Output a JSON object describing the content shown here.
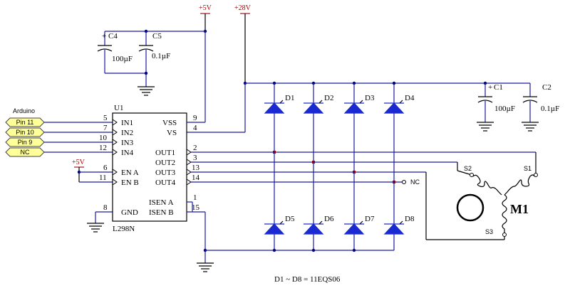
{
  "supplies": {
    "plus5": "+5V",
    "plus28": "+28V"
  },
  "arduino": {
    "label": "Arduino",
    "pins": [
      "Pin 11",
      "Pin 10",
      "Pin 9",
      "NC"
    ]
  },
  "ic": {
    "ref": "U1",
    "part": "L298N",
    "left_pins": [
      {
        "num": "5",
        "name": "IN1"
      },
      {
        "num": "7",
        "name": "IN2"
      },
      {
        "num": "10",
        "name": "IN3"
      },
      {
        "num": "12",
        "name": "IN4"
      },
      {
        "num": "6",
        "name": "EN A"
      },
      {
        "num": "11",
        "name": "EN B"
      },
      {
        "num": "8",
        "name": "GND"
      }
    ],
    "right_pins": [
      {
        "num": "9",
        "name": "VSS"
      },
      {
        "num": "4",
        "name": "VS"
      },
      {
        "num": "2",
        "name": "OUT1"
      },
      {
        "num": "3",
        "name": "OUT2"
      },
      {
        "num": "13",
        "name": "OUT3"
      },
      {
        "num": "14",
        "name": "OUT4"
      },
      {
        "num": "1",
        "name": "ISEN A"
      },
      {
        "num": "15",
        "name": "ISEN B"
      }
    ]
  },
  "capacitors": {
    "c4": {
      "ref": "C4",
      "value": "100µF",
      "pol": "+"
    },
    "c5": {
      "ref": "C5",
      "value": "0.1µF"
    },
    "c1": {
      "ref": "C1",
      "value": "100µF",
      "pol": "+"
    },
    "c2": {
      "ref": "C2",
      "value": "0.1µF"
    }
  },
  "diodes": [
    "D1",
    "D2",
    "D3",
    "D4",
    "D5",
    "D6",
    "D7",
    "D8"
  ],
  "motor": {
    "ref": "M1",
    "s1": "S1",
    "s2": "S2",
    "s3": "S3"
  },
  "nc_label": "NC",
  "en_supply": "+5V",
  "footnote": "D1 ~ D8 = 11EQS06"
}
